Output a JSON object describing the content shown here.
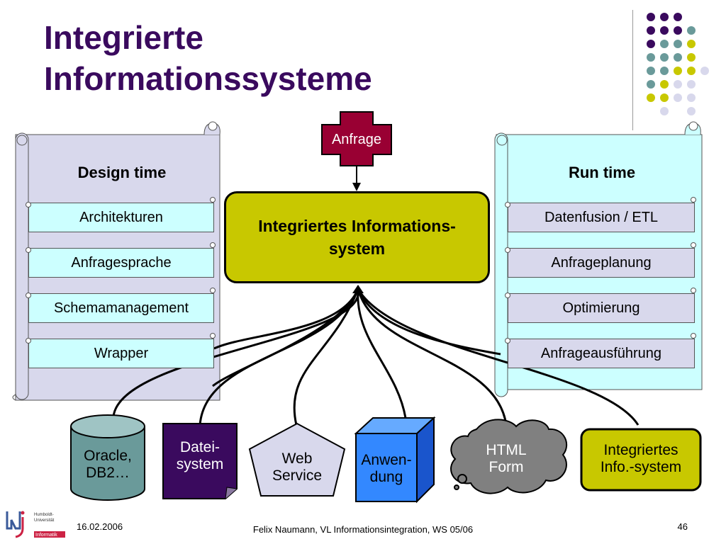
{
  "slide": {
    "title_line1": "Integrierte",
    "title_line2": "Informationssysteme"
  },
  "colors": {
    "title": "#3a0a5e",
    "purple_dot": "#3a0a5e",
    "teal_dot": "#6a9a9a",
    "olive_dot": "#c8c800",
    "lavender_dot": "#d8d8ec",
    "design_scroll": "#d8d8ec",
    "run_scroll": "#ccffff",
    "query": "#990033",
    "center": "#c8c800"
  },
  "query": {
    "label": "Anfrage"
  },
  "center": {
    "label": "Integriertes Informations-\nsystem"
  },
  "design_time": {
    "title": "Design time",
    "items": [
      "Architekturen",
      "Anfragesprache",
      "Schemamanagement",
      "Wrapper"
    ]
  },
  "run_time": {
    "title": "Run time",
    "items": [
      "Datenfusion / ETL",
      "Anfrageplanung",
      "Optimierung",
      "Anfrageausführung"
    ]
  },
  "sources": {
    "database": "Oracle,\nDB2…",
    "file": "Datei-\nsystem",
    "web_service": "Web\nService",
    "application": "Anwen-\ndung",
    "html_form": "HTML\nForm",
    "integrated": "Integriertes\nInfo.-system"
  },
  "footer": {
    "date": "16.02.2006",
    "author": "Felix Naumann, VL Informationsintegration, WS 05/06",
    "page": "46",
    "logo_text": "Humboldt-Universität Informatik"
  }
}
